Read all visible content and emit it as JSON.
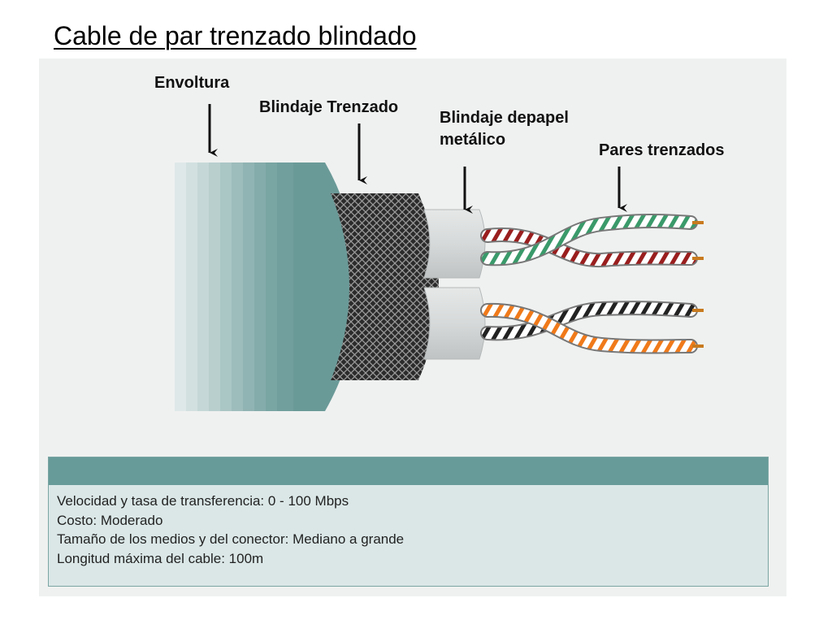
{
  "title": "Cable de par trenzado blindado",
  "labels": {
    "envoltura": "Envoltura",
    "blindaje_trenzado": "Blindaje Trenzado",
    "blindaje_papel_line1": "Blindaje depapel",
    "blindaje_papel_line2": "metálico",
    "pares_trenzados": "Pares trenzados"
  },
  "specs": [
    "Velocidad y tasa de transferencia: 0 - 100 Mbps",
    "Costo: Moderado",
    "Tamaño de los medios y del conector:  Mediano a grande",
    "Longitud máxima del cable:  100m"
  ],
  "colors": {
    "jacket": "#6a9e9c",
    "braid": "#2a2a2a",
    "foil": "#d8dada",
    "pair_green": "#3a9a6a",
    "pair_red": "#9a1e1e",
    "pair_orange": "#f07a1a",
    "pair_black": "#222222",
    "conductor": "#c87a1e",
    "header_bar": "#679b99"
  }
}
